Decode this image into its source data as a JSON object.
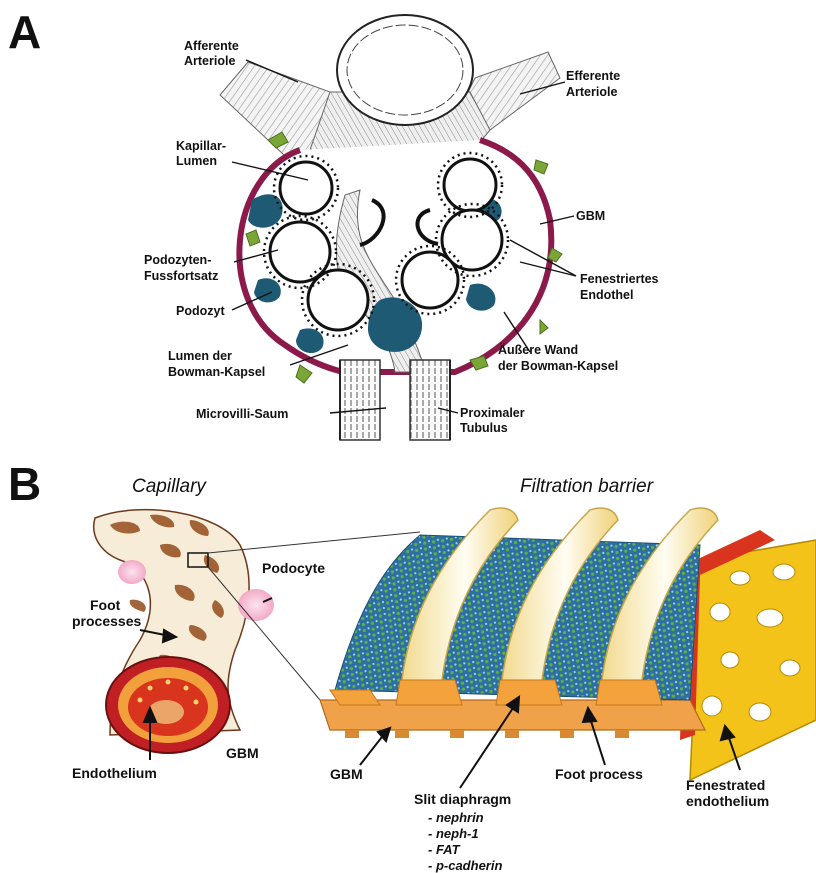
{
  "panel_a": {
    "letter": "A",
    "labels": {
      "afferente_1": "Afferente",
      "afferente_2": "Arteriole",
      "efferente_1": "Efferente",
      "efferente_2": "Arteriole",
      "kapillar_1": "Kapillar-",
      "kapillar_2": "Lumen",
      "gbm": "GBM",
      "podozyten_1": "Podozyten-",
      "podozyten_2": "Fussfortsatz",
      "fenestriert_1": "Fenestriertes",
      "fenestriert_2": "Endothel",
      "podozyt": "Podozyt",
      "aussere_1": "Äußere Wand",
      "aussere_2": "der Bowman-Kapsel",
      "lumen_1": "Lumen der",
      "lumen_2": "Bowman-Kapsel",
      "microvilli": "Microvilli-Saum",
      "proximaler_1": "Proximaler",
      "proximaler_2": "Tubulus"
    }
  },
  "panel_b": {
    "letter": "B",
    "title_left": "Capillary",
    "title_right": "Filtration barrier",
    "labels": {
      "podocyte": "Podocyte",
      "foot_1": "Foot",
      "foot_2": "processes",
      "endothelium": "Endothelium",
      "gbm_left": "GBM",
      "gbm_right": "GBM",
      "slit": "Slit diaphragm",
      "foot_process": "Foot process",
      "fenestrated_1": "Fenestrated",
      "fenestrated_2": "endothelium"
    },
    "slit_molecules": [
      "nephrin",
      "neph-1",
      "FAT",
      "p-cadherin"
    ]
  },
  "colors": {
    "capsule_wall": "#8b1a4a",
    "podocyte_teal": "#1e5a73",
    "mesangium_green": "#7aa637",
    "gbm_orange": "#f0a24a",
    "endothelium_red": "#d8341e",
    "fenestra_yellow": "#f3c31a",
    "slit_blue": "#2c6ea8",
    "slit_green": "#5fae3c"
  }
}
